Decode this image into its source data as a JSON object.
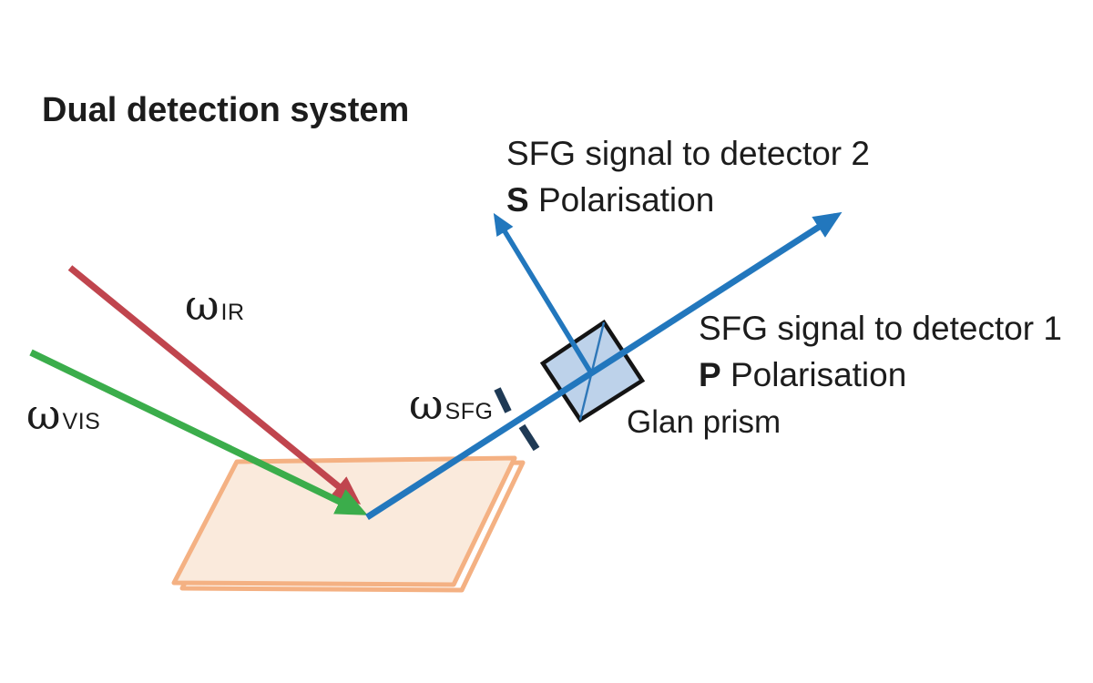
{
  "title": "Dual detection system",
  "beams": {
    "ir": {
      "label_symbol": "ω",
      "label_sub": "IR"
    },
    "vis": {
      "label_symbol": "ω",
      "label_sub": "VIS"
    },
    "sfg": {
      "label_symbol": "ω",
      "label_sub": "SFG"
    }
  },
  "detector2": {
    "line1": "SFG signal to detector 2",
    "polarisation_letter": "S",
    "polarisation_text": "Polarisation"
  },
  "detector1": {
    "line1": "SFG signal to detector 1",
    "polarisation_letter": "P",
    "polarisation_text": "Polarisation"
  },
  "glan_prism_label": "Glan prism",
  "colors": {
    "background": "#ffffff",
    "text": "#1c1c1c",
    "ir_beam_red": "#c0454e",
    "vis_beam_green": "#3bad4b",
    "sfg_beam_blue": "#2277bd",
    "prism_fill": "#bdd2ea",
    "prism_border": "#141414",
    "prism_diagonal": "#2e77b8",
    "sample_fill": "#faeadc",
    "sample_border": "#f4b183",
    "slit_dark": "#1f3a55"
  }
}
